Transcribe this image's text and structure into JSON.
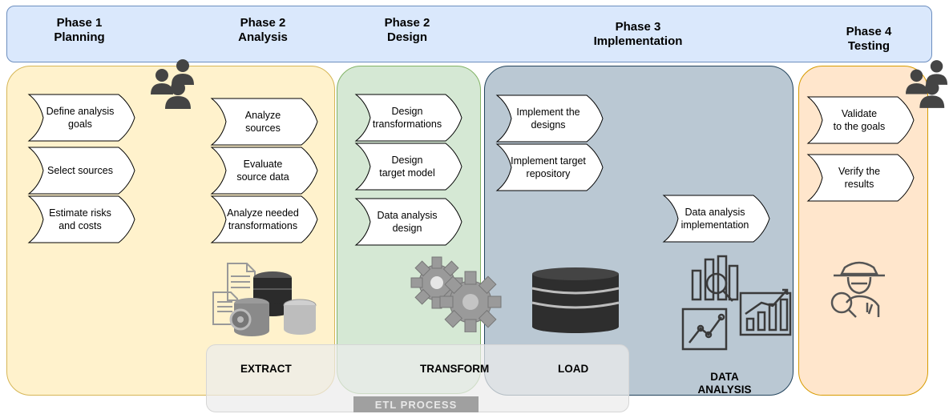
{
  "phases": [
    {
      "number": "Phase 1",
      "name": "Planning"
    },
    {
      "number": "Phase 2",
      "name": "Analysis"
    },
    {
      "number": "Phase 2",
      "name": "Design"
    },
    {
      "number": "Phase 3",
      "name": "Implementation"
    },
    {
      "number": "Phase 4",
      "name": "Testing"
    }
  ],
  "steps": {
    "planning": [
      "Define analysis\ngoals",
      "Select sources",
      "Estimate risks\nand costs"
    ],
    "analysis": [
      "Analyze\nsources",
      "Evaluate\nsource data",
      "Analyze needed\ntransformations"
    ],
    "design": [
      "Design\ntransformations",
      "Design\ntarget model",
      "Data analysis\ndesign"
    ],
    "implementation": [
      "Implement the\ndesigns",
      "Implement target\nrepository",
      "Data analysis\nimplementation"
    ],
    "testing": [
      "Validate\nto the goals",
      "Verify the\nresults"
    ]
  },
  "stages": {
    "extract": "EXTRACT",
    "transform": "TRANSFORM",
    "load": "LOAD",
    "data_analysis": "DATA\nANALYSIS",
    "etl_process": "ETL PROCESS"
  },
  "icons": [
    "users-icon",
    "documents-database-icon",
    "gears-icon",
    "database-icon",
    "analytics-icon",
    "investigator-icon"
  ],
  "colors": {
    "header": "#dae8fc",
    "planning": "#fff2cc",
    "design": "#d5e8d4",
    "implementation": "#bac8d3",
    "testing": "#ffe6cc",
    "etl": "#eeeeee"
  }
}
